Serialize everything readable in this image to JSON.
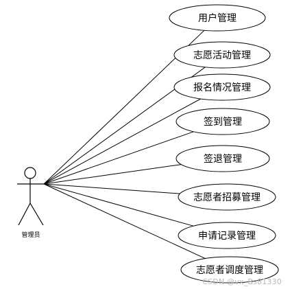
{
  "actor": {
    "label": "管理员"
  },
  "use_cases": [
    {
      "label": "用户管理"
    },
    {
      "label": "志愿活动管理"
    },
    {
      "label": "报名情况管理"
    },
    {
      "label": "签到管理"
    },
    {
      "label": "签退管理"
    },
    {
      "label": "志愿者招募管理"
    },
    {
      "label": "申请记录管理"
    },
    {
      "label": "志愿者调度管理"
    }
  ],
  "watermark": "CSDN @vx_Bs81330",
  "colors": {
    "line": "#000000",
    "background": "#ffffff",
    "watermark": "#b9b9b9"
  }
}
